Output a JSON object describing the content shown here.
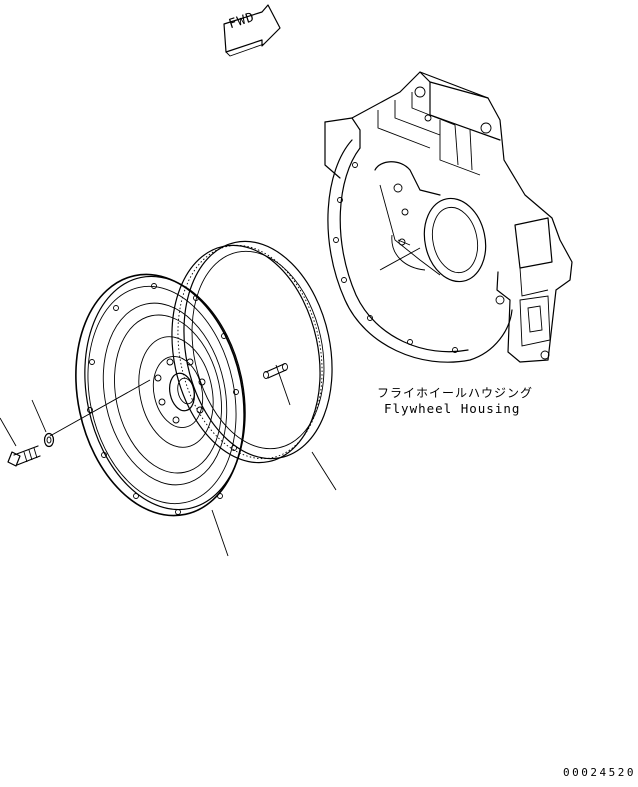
{
  "labels": {
    "fwd": "FWD",
    "housing_jp": "フライホイールハウジング",
    "housing_en": "Flywheel Housing",
    "ref_code": "00024520"
  }
}
